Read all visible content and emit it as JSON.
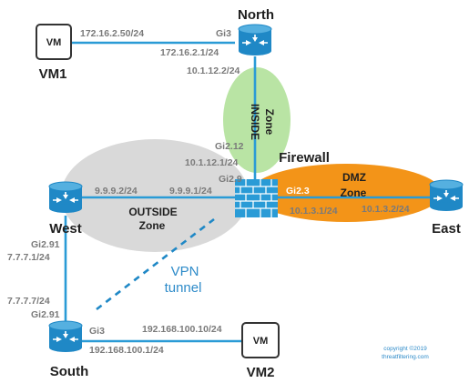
{
  "colors": {
    "link": "#2a9bd6",
    "router": "#1f88c6",
    "firewall": "#2a9bd6",
    "inside_zone": "#b9e4a4",
    "outside_zone": "#d9d9d9",
    "dmz_zone": "#f39418",
    "vpn_tunnel": "#1f88c6"
  },
  "devices": {
    "north": "North",
    "west": "West",
    "south": "South",
    "east": "East",
    "firewall": "Firewall",
    "vm1_box": "VM",
    "vm1_label": "VM1",
    "vm2_box": "VM",
    "vm2_label": "VM2"
  },
  "zones": {
    "inside_1": "INSIDE",
    "inside_2": "Zone",
    "outside_1": "OUTSIDE",
    "outside_2": "Zone",
    "dmz_1": "DMZ",
    "dmz_2": "Zone"
  },
  "interfaces": {
    "vm1_ip": "172.16.2.50/24",
    "north_gi3": "Gi3",
    "north_lan": "172.16.2.1/24",
    "north_wan": "10.1.12.2/24",
    "fw_gi212": "Gi2.12",
    "fw_inside_ip": "10.1.12.1/24",
    "fw_gi29": "Gi2.9",
    "fw_outside_ip": "9.9.9.1/24",
    "west_outside_ip": "9.9.9.2/24",
    "fw_gi23": "Gi2.3",
    "fw_dmz_ip": "10.1.3.1/24",
    "east_ip": "10.1.3.2/24",
    "west_gi291": "Gi2.91",
    "west_ip": "7.7.7.1/24",
    "south_ip": "7.7.7.7/24",
    "south_gi291": "Gi2.91",
    "south_gi3": "Gi3",
    "vm2_ip": "192.168.100.10/24",
    "south_lan": "192.168.100.1/24"
  },
  "vpn": {
    "line1": "VPN",
    "line2": "tunnel"
  },
  "copyright": {
    "line1": "copyright ©2019",
    "line2": "threatfiltering.com"
  }
}
